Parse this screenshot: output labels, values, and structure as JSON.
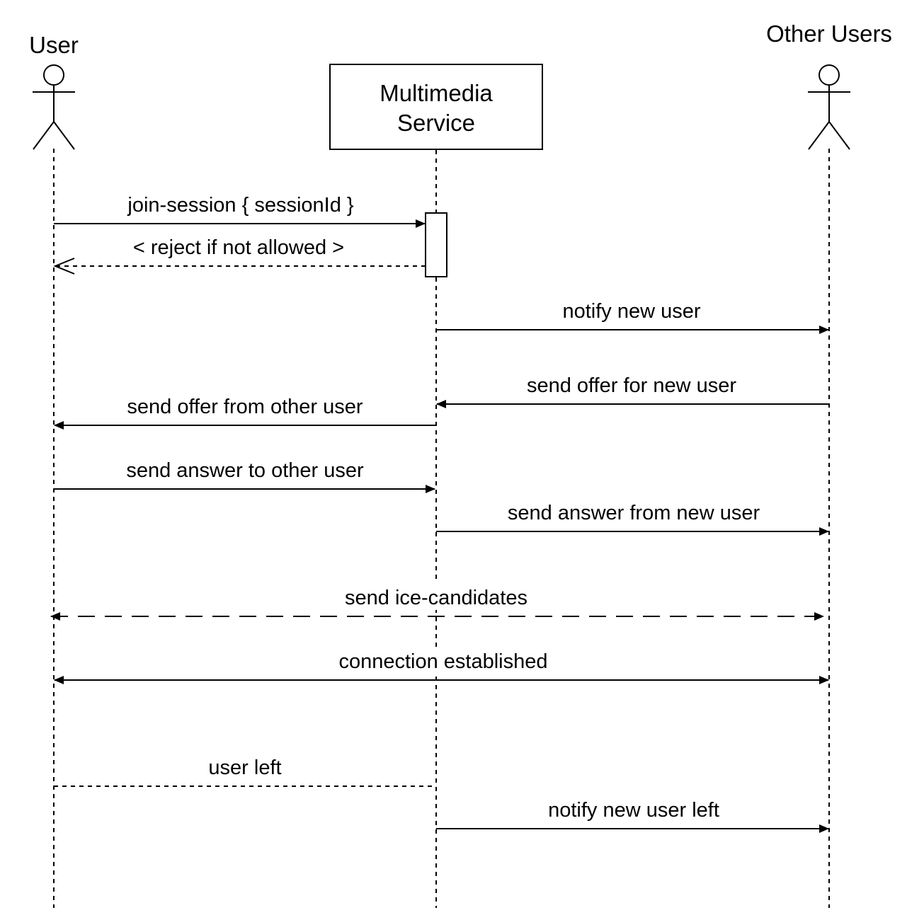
{
  "participants": {
    "user": {
      "label": "User"
    },
    "service": {
      "label_lines": [
        "Multimedia",
        "Service"
      ]
    },
    "others": {
      "label": "Other Users"
    }
  },
  "messages": [
    {
      "label": "join-session { sessionId }",
      "from": "User",
      "to": "Multimedia Service",
      "style": "solid",
      "arrow": "filled"
    },
    {
      "label": "< reject if not allowed >",
      "from": "Multimedia Service",
      "to": "User",
      "style": "dashed",
      "arrow": "open"
    },
    {
      "label": "notify new user",
      "from": "Multimedia Service",
      "to": "Other Users",
      "style": "solid",
      "arrow": "filled"
    },
    {
      "label": "send offer for new user",
      "from": "Other Users",
      "to": "Multimedia Service",
      "style": "solid",
      "arrow": "filled"
    },
    {
      "label": "send offer from other user",
      "from": "Multimedia Service",
      "to": "User",
      "style": "solid",
      "arrow": "filled"
    },
    {
      "label": "send answer to other user",
      "from": "User",
      "to": "Multimedia Service",
      "style": "solid",
      "arrow": "filled"
    },
    {
      "label": "send answer from new user",
      "from": "Multimedia Service",
      "to": "Other Users",
      "style": "solid",
      "arrow": "filled"
    },
    {
      "label": "send ice-candidates",
      "from": "User",
      "to": "Other Users",
      "style": "long-dashed",
      "arrow": "both"
    },
    {
      "label": "connection established",
      "from": "User",
      "to": "Other Users",
      "style": "solid",
      "arrow": "both"
    },
    {
      "label": "user left",
      "from": "User",
      "to": "Multimedia Service",
      "style": "dashed",
      "arrow": "none"
    },
    {
      "label": "notify new user left",
      "from": "Multimedia Service",
      "to": "Other Users",
      "style": "solid",
      "arrow": "filled"
    }
  ]
}
